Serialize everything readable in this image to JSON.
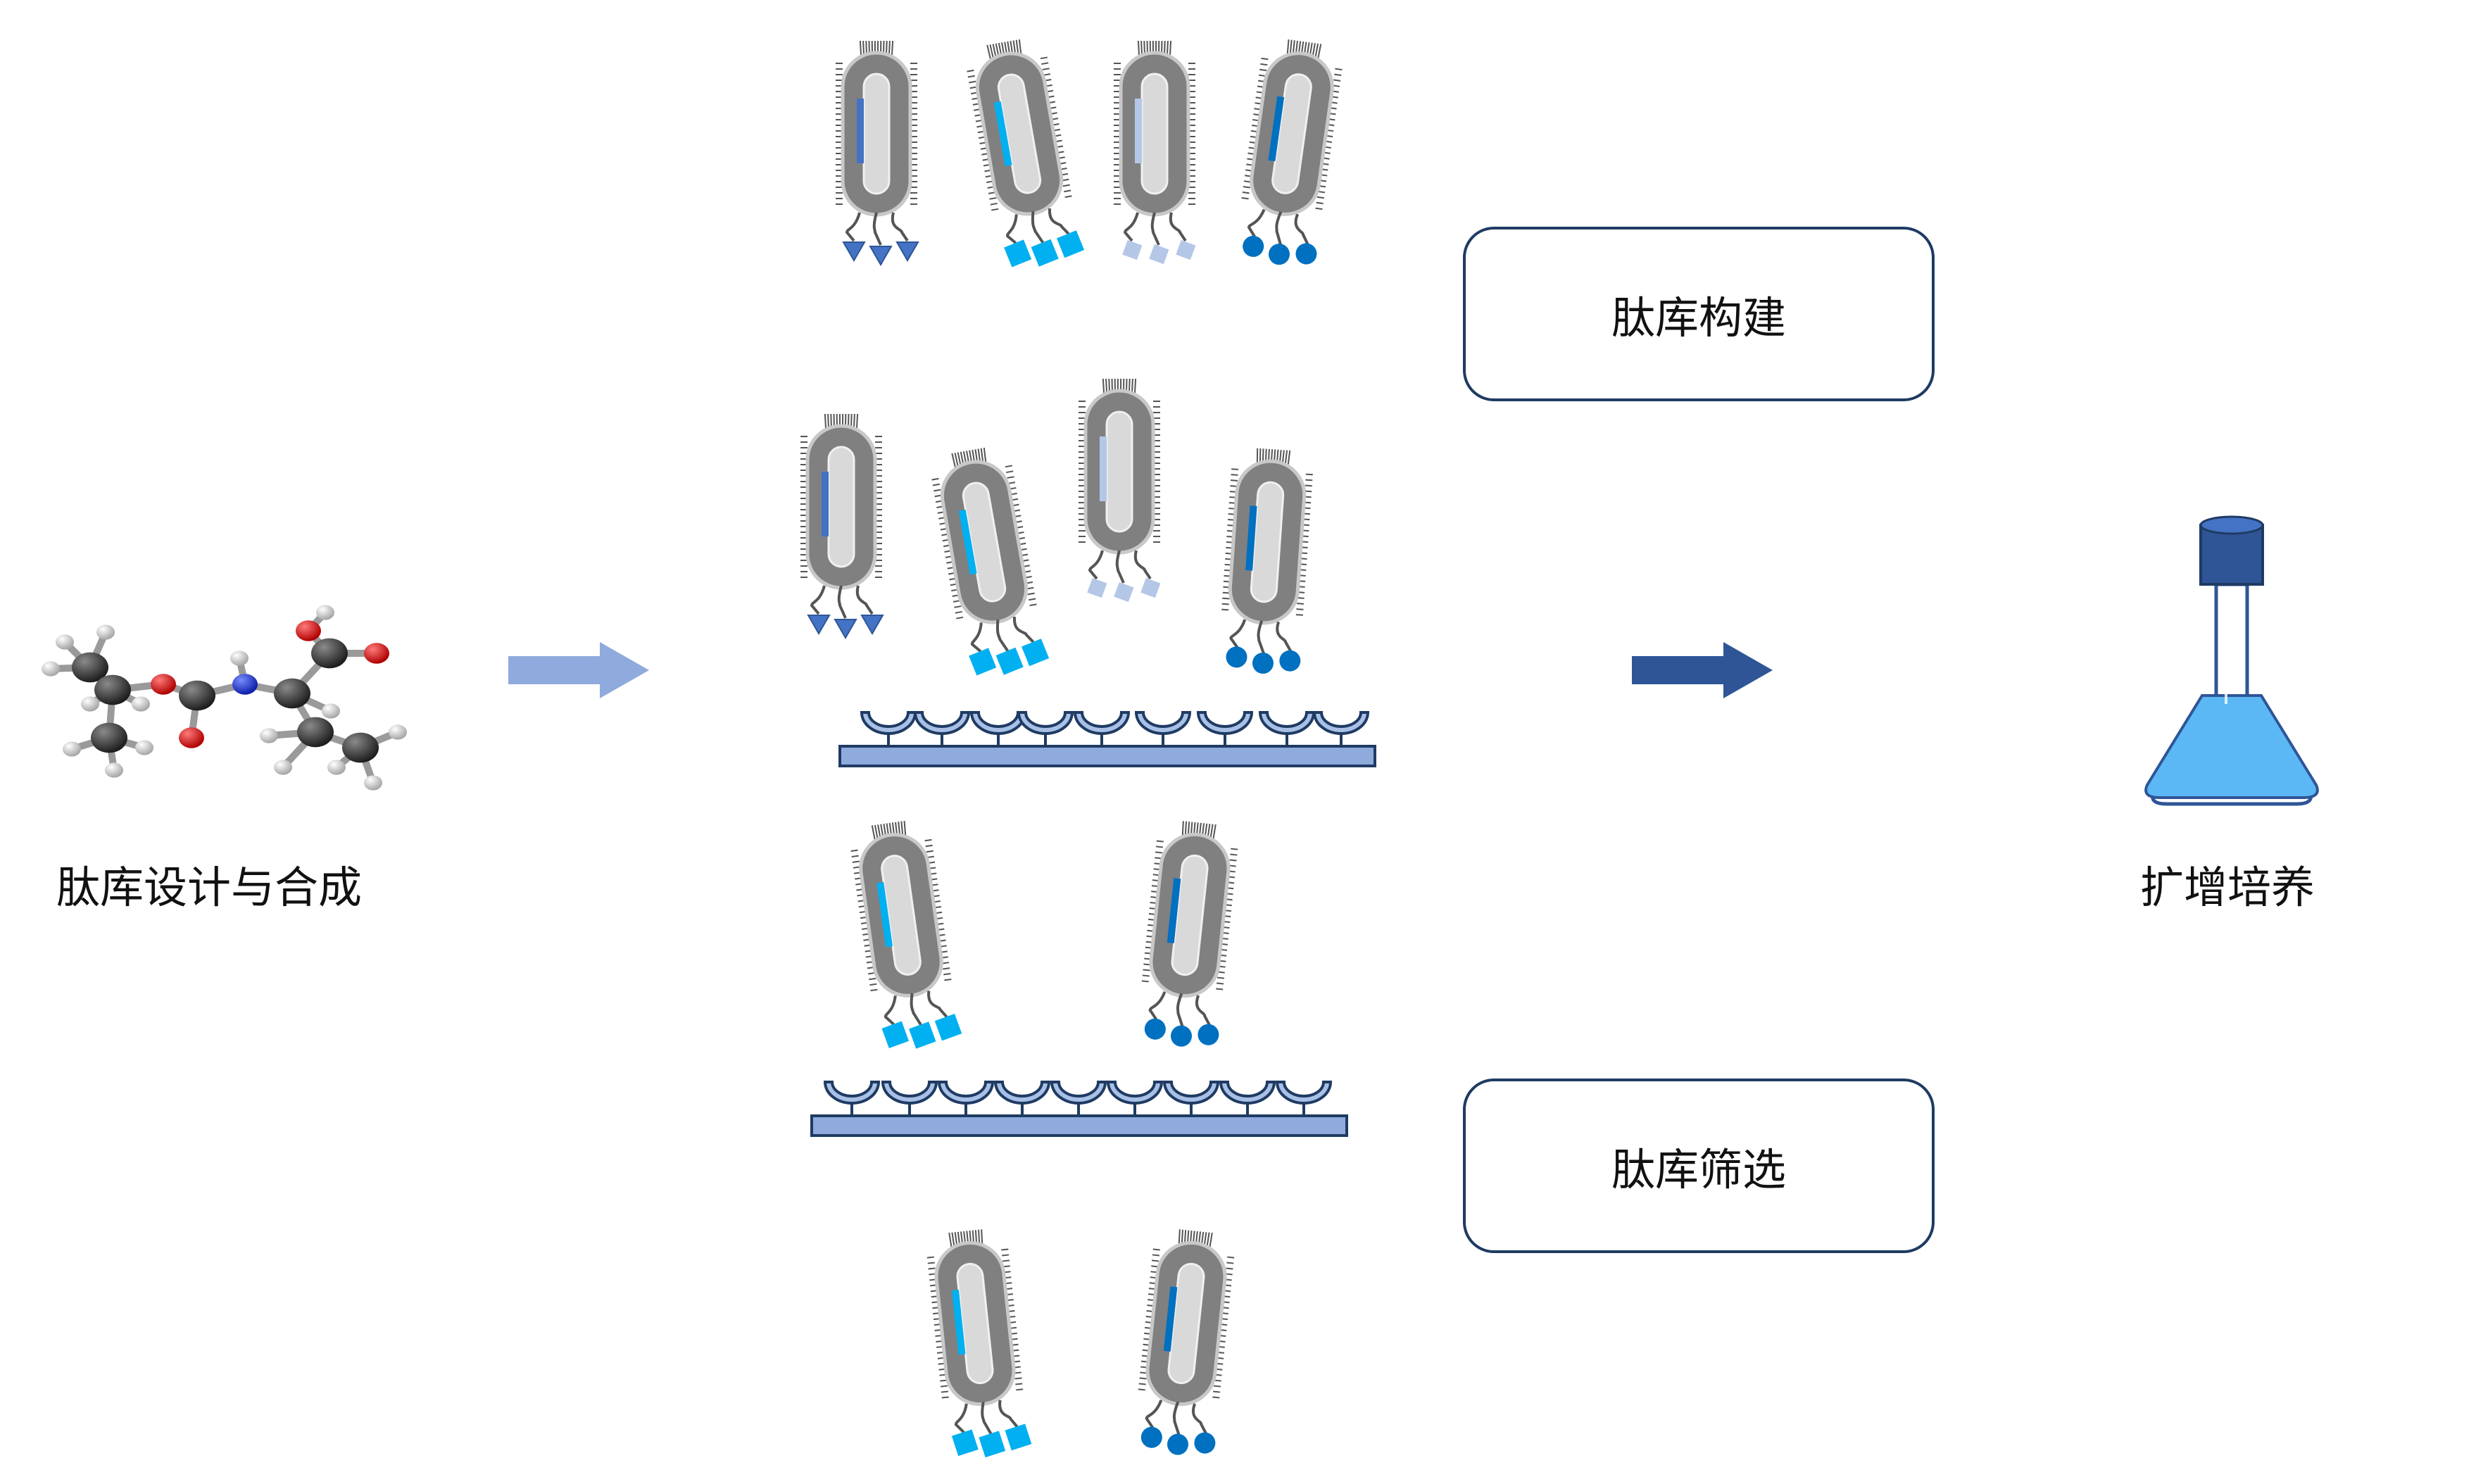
{
  "labels": {
    "design": "肽库设计与合成",
    "culture": "扩增培养"
  },
  "boxes": {
    "construct": "肽库构建",
    "screen": "肽库筛选"
  },
  "colors": {
    "arrow_light": "#8faadc",
    "arrow_dark": "#2f5597",
    "box_border": "#1f3b63",
    "phage_body": "#808080",
    "phage_inner": "#d9d9d9",
    "peptide_triangle": "#4472c4",
    "peptide_square": "#00b0f0",
    "peptide_pale": "#b4c7e7",
    "peptide_circle": "#0070c0",
    "receptor": "#a9c0e6",
    "plate": "#8faadc",
    "flask_liquid": "#5bb8f5",
    "flask_cap": "#2f5597"
  },
  "icons": {
    "molecule": "molecule-icon",
    "flask": "flask-icon",
    "phage": "phage-icon"
  }
}
